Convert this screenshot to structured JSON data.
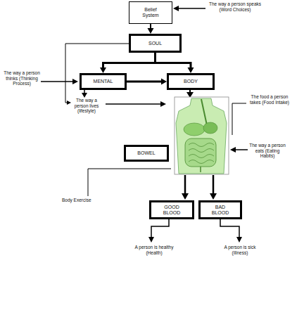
{
  "diagram": {
    "nodes": [
      {
        "text": [
          "Belief System"
        ]
      },
      {
        "text": [
          "SOUL"
        ]
      },
      {
        "text": [
          "MENTAL"
        ]
      },
      {
        "text": [
          "BODY"
        ]
      },
      {
        "text": [
          "BOWEL"
        ]
      },
      {
        "text": [
          "GOOD BLOOD"
        ]
      },
      {
        "text": [
          "BAD BLOOD"
        ]
      }
    ],
    "edges": [
      {
        "from": 0,
        "to": 1,
        "arrow": "to"
      },
      {
        "from": 1,
        "to": 2,
        "arrow": "to"
      },
      {
        "from": 1,
        "to": 3,
        "arrow": "to"
      },
      {
        "from": 2,
        "to": 3,
        "arrow": "to"
      }
    ],
    "labels": [
      "The way a person speaks (Word Choices)",
      "The way a person thinks (Thinking Process)",
      "The way a person lives (lifestyle)",
      "The food a person takes (Food Intake)",
      "The way a person eats (Eating Habits)",
      "Body Exercise",
      "A person is healthy (Health)",
      "A person is sick (Illness)"
    ]
  }
}
